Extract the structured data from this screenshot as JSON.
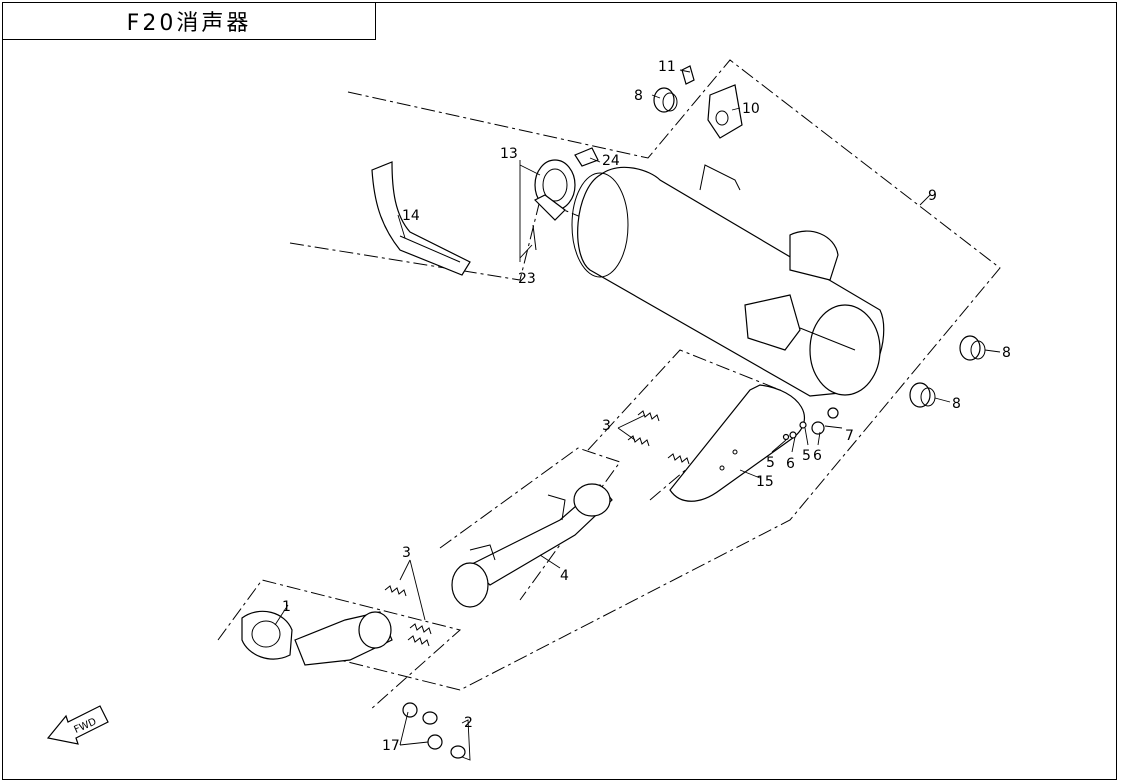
{
  "title": "F20消声器",
  "direction_arrow": {
    "label": "FWD",
    "icon": "fwd-arrow-icon"
  },
  "callouts": [
    "1",
    "2",
    "3",
    "3",
    "4",
    "5",
    "5",
    "6",
    "6",
    "7",
    "8",
    "8",
    "8",
    "9",
    "10",
    "11",
    "13",
    "14",
    "15",
    "17",
    "23",
    "24"
  ]
}
